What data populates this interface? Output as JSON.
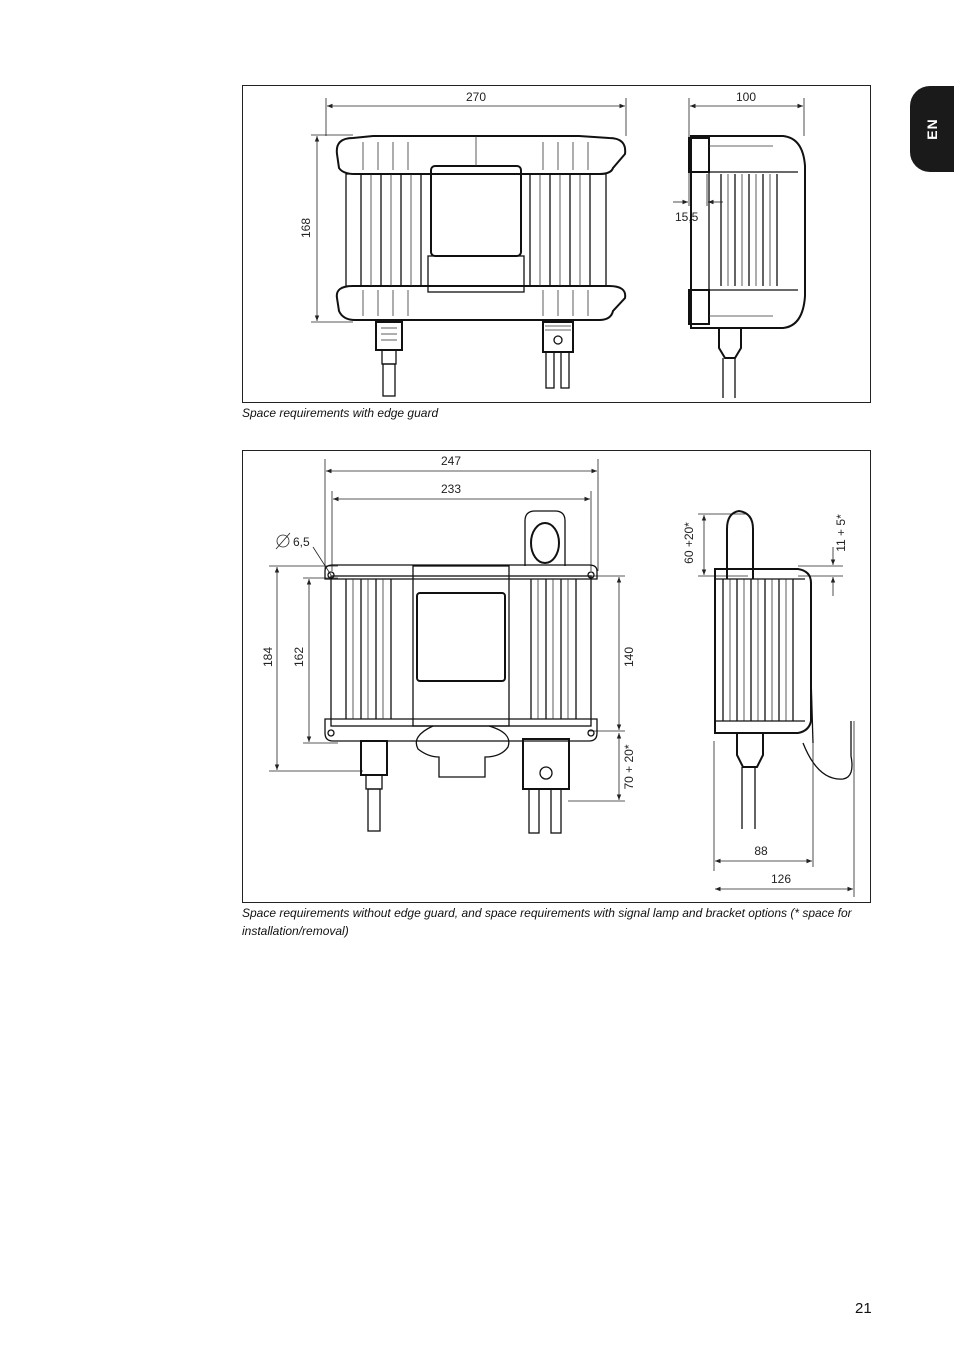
{
  "language_tab": "EN",
  "figure1": {
    "caption": "Space requirements with edge guard",
    "dims": {
      "width": "270",
      "height": "168",
      "depth": "100",
      "offset": "15,5"
    }
  },
  "figure2": {
    "caption": "Space requirements without edge guard, and space requirements with signal lamp and bracket options (* space for installation/removal)",
    "dims": {
      "width_outer": "247",
      "width_inner": "233",
      "hole": "6,5",
      "height_outer": "184",
      "height_inner": "162",
      "height_body": "140",
      "lamp_clearance": "60 +20*",
      "bottom_clearance": "70 + 20*",
      "top_gap": "11 + 5*",
      "depth": "88",
      "depth_bracket": "126"
    }
  },
  "page_number": "21"
}
